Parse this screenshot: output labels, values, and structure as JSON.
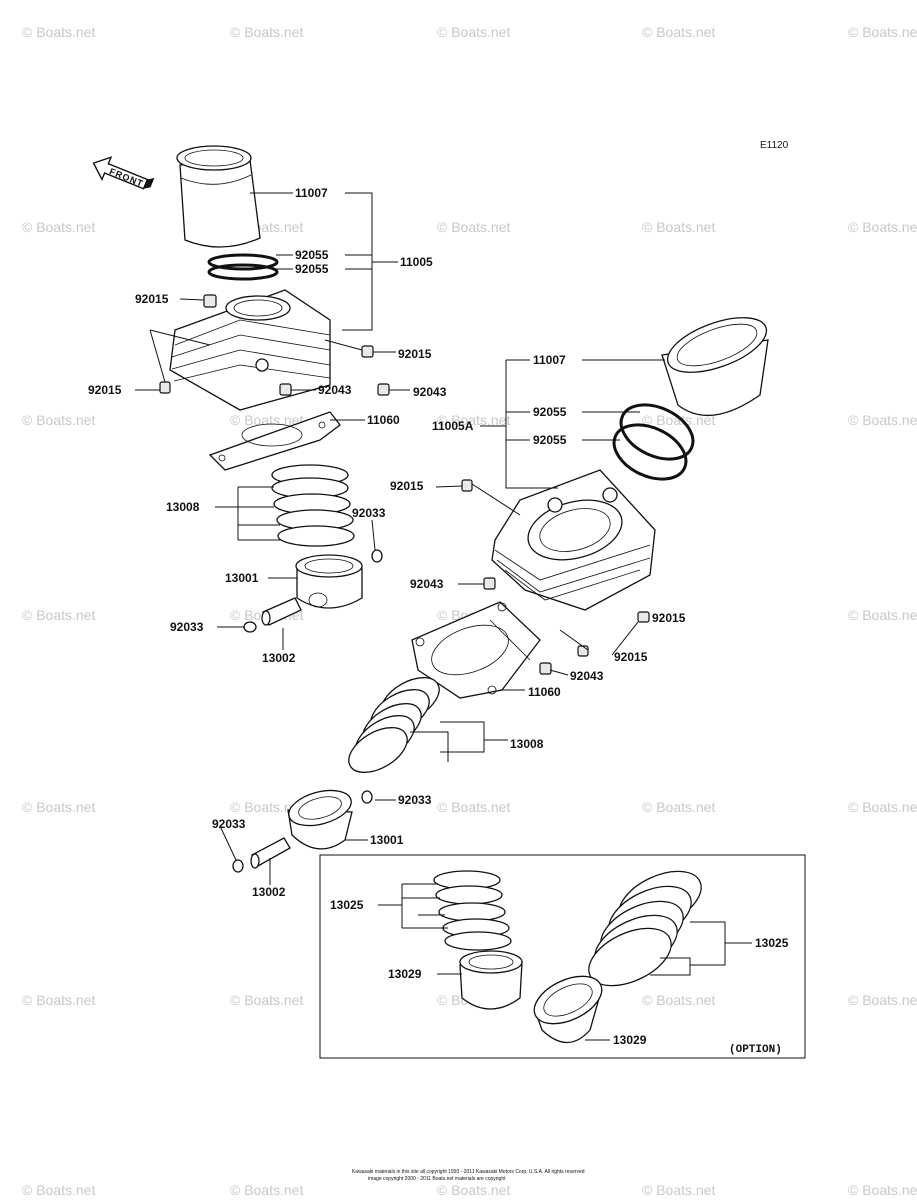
{
  "diagram": {
    "code": "E1120",
    "front_label": "FRONT",
    "option_label": "(OPTION)",
    "watermark": "© Boats.net",
    "footer": {
      "line1": "Kawasaki materials in this site all copyright 1993 - 2011 Kawasaki Motors Corp, U.S.A. All rights reserved",
      "line2": "image copyright 2000 - 2011 Boats.net materials are copyright"
    }
  },
  "labels": {
    "l11007a": "11007",
    "l92055a": "92055",
    "l92055b": "92055",
    "l11005": "11005",
    "l92015a": "92015",
    "l92015b": "92015",
    "l92015c": "92015",
    "l92043a": "92043",
    "l92043b": "92043",
    "l11060a": "11060",
    "l13008a": "13008",
    "l92033a": "92033",
    "l13001a": "13001",
    "l92033b": "92033",
    "l13002a": "13002",
    "l11007b": "11007",
    "l92055c": "92055",
    "l11005A": "11005A",
    "l92055d": "92055",
    "l92015d": "92015",
    "l92043c": "92043",
    "l92015e": "92015",
    "l92015f": "92015",
    "l92043d": "92043",
    "l11060b": "11060",
    "l13008b": "13008",
    "l92033c": "92033",
    "l92033d": "92033",
    "l13001b": "13001",
    "l13002b": "13002",
    "l13025a": "13025",
    "l13029a": "13029",
    "l13025b": "13025",
    "l13029b": "13029"
  }
}
